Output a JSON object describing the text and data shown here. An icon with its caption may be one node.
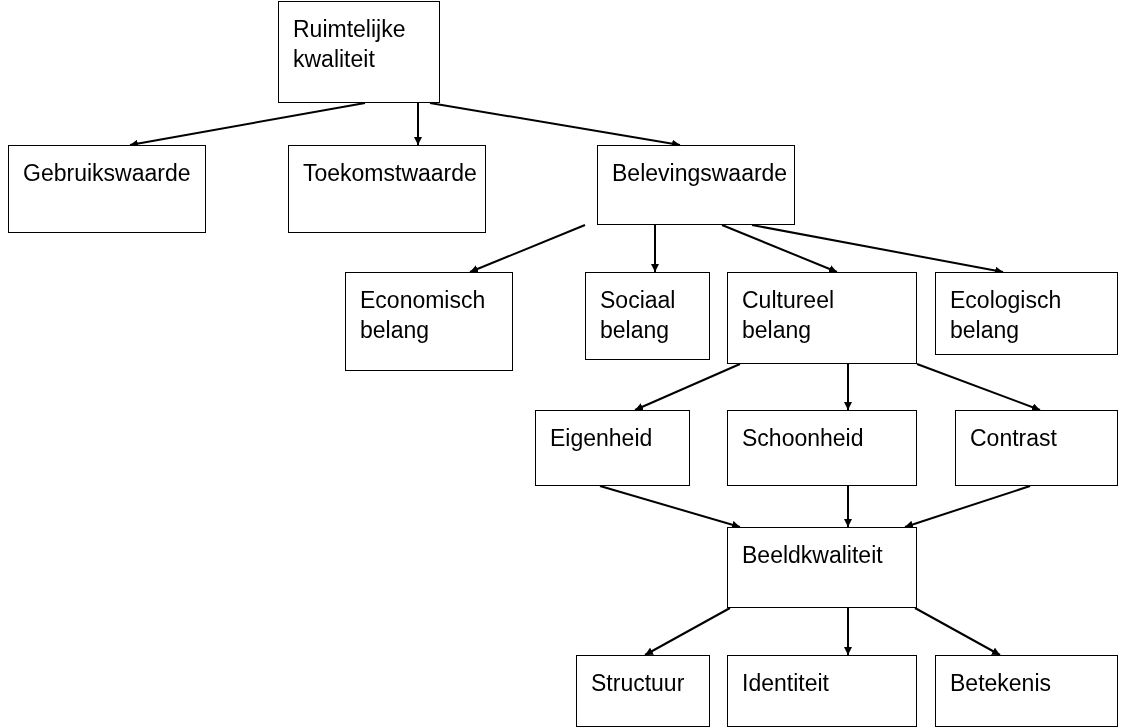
{
  "diagram": {
    "nodes": [
      {
        "text": [
          "Ruimtelijke kwaliteit"
        ]
      },
      {
        "text": [
          "Gebruikswaarde"
        ]
      },
      {
        "text": [
          "Toekomstwaarde"
        ]
      },
      {
        "text": [
          "Belevingswaarde"
        ]
      },
      {
        "text": [
          "Economisch belang"
        ]
      },
      {
        "text": [
          "Sociaal belang"
        ]
      },
      {
        "text": [
          "Cultureel belang"
        ]
      },
      {
        "text": [
          "Ecologisch belang"
        ]
      },
      {
        "text": [
          "Eigenheid"
        ]
      },
      {
        "text": [
          "Schoonheid"
        ]
      },
      {
        "text": [
          "Contrast"
        ]
      },
      {
        "text": [
          "Beeldkwaliteit"
        ]
      },
      {
        "text": [
          "Structuur"
        ]
      },
      {
        "text": [
          "Identiteit"
        ]
      },
      {
        "text": [
          "Betekenis"
        ]
      }
    ],
    "edges": [
      {
        "from": 0,
        "to": 1,
        "arrow": "to"
      },
      {
        "from": 0,
        "to": 2,
        "arrow": "to"
      },
      {
        "from": 0,
        "to": 3,
        "arrow": "to"
      },
      {
        "from": 3,
        "to": 4,
        "arrow": "to"
      },
      {
        "from": 3,
        "to": 5,
        "arrow": "to"
      },
      {
        "from": 3,
        "to": 6,
        "arrow": "to"
      },
      {
        "from": 3,
        "to": 7,
        "arrow": "to"
      },
      {
        "from": 6,
        "to": 8,
        "arrow": "to"
      },
      {
        "from": 6,
        "to": 9,
        "arrow": "to"
      },
      {
        "from": 6,
        "to": 10,
        "arrow": "to"
      },
      {
        "from": 8,
        "to": 11,
        "arrow": "to"
      },
      {
        "from": 9,
        "to": 11,
        "arrow": "to"
      },
      {
        "from": 10,
        "to": 11,
        "arrow": "to"
      },
      {
        "from": 11,
        "to": 12,
        "arrow": "to"
      },
      {
        "from": 11,
        "to": 13,
        "arrow": "to"
      },
      {
        "from": 11,
        "to": 14,
        "arrow": "to"
      }
    ]
  }
}
